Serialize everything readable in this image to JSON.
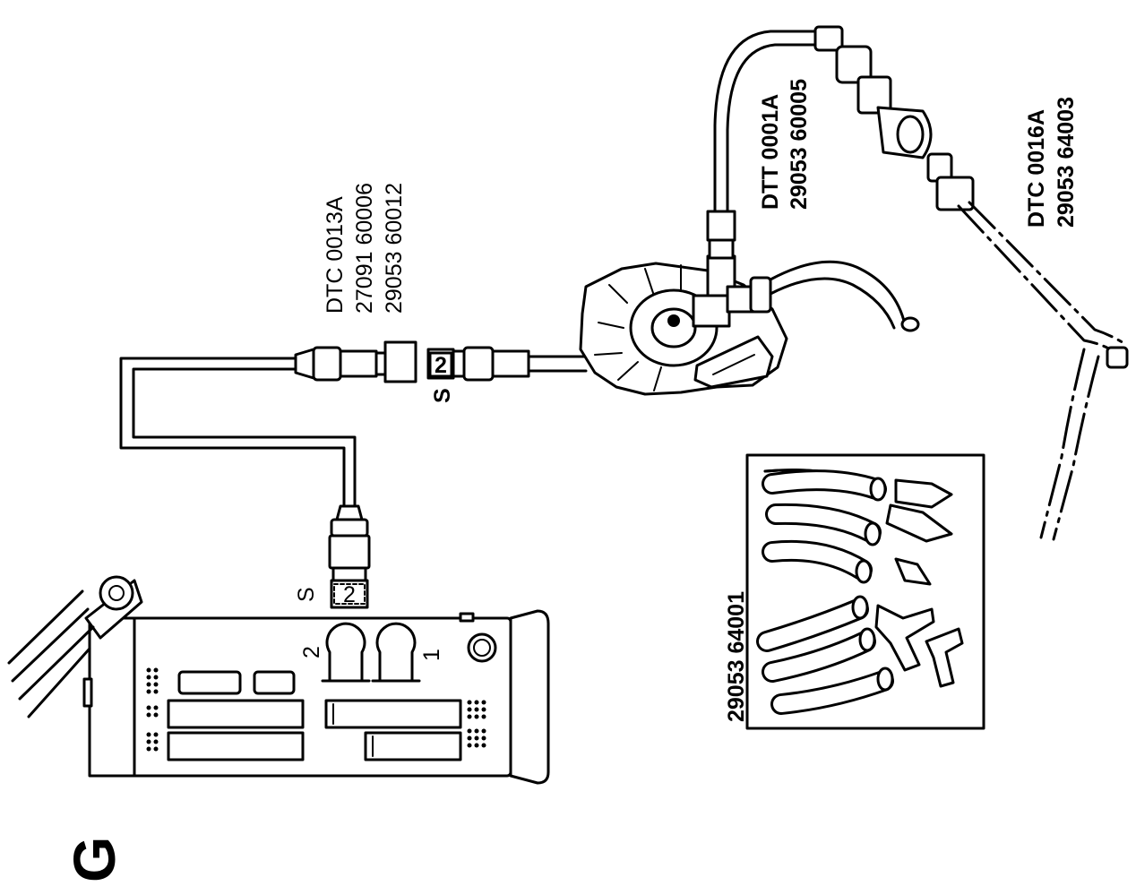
{
  "figure_letter": "G",
  "labels": {
    "dtc0013a": [
      "DTC 0013A",
      "27091 60006",
      "29053 60012"
    ],
    "dtt0001a": [
      "DTT 0001A",
      "29053 60005"
    ],
    "dtc0016a": [
      "DTC 0016A",
      "29053 64003"
    ],
    "kit": "29053  64001",
    "s_cable": "S",
    "s_box": "S",
    "port2_cable": "2",
    "port2_box": "2",
    "port_num_2": "2",
    "port_num_1": "1"
  },
  "colors": {
    "line": "#000000",
    "background": "#ffffff"
  }
}
